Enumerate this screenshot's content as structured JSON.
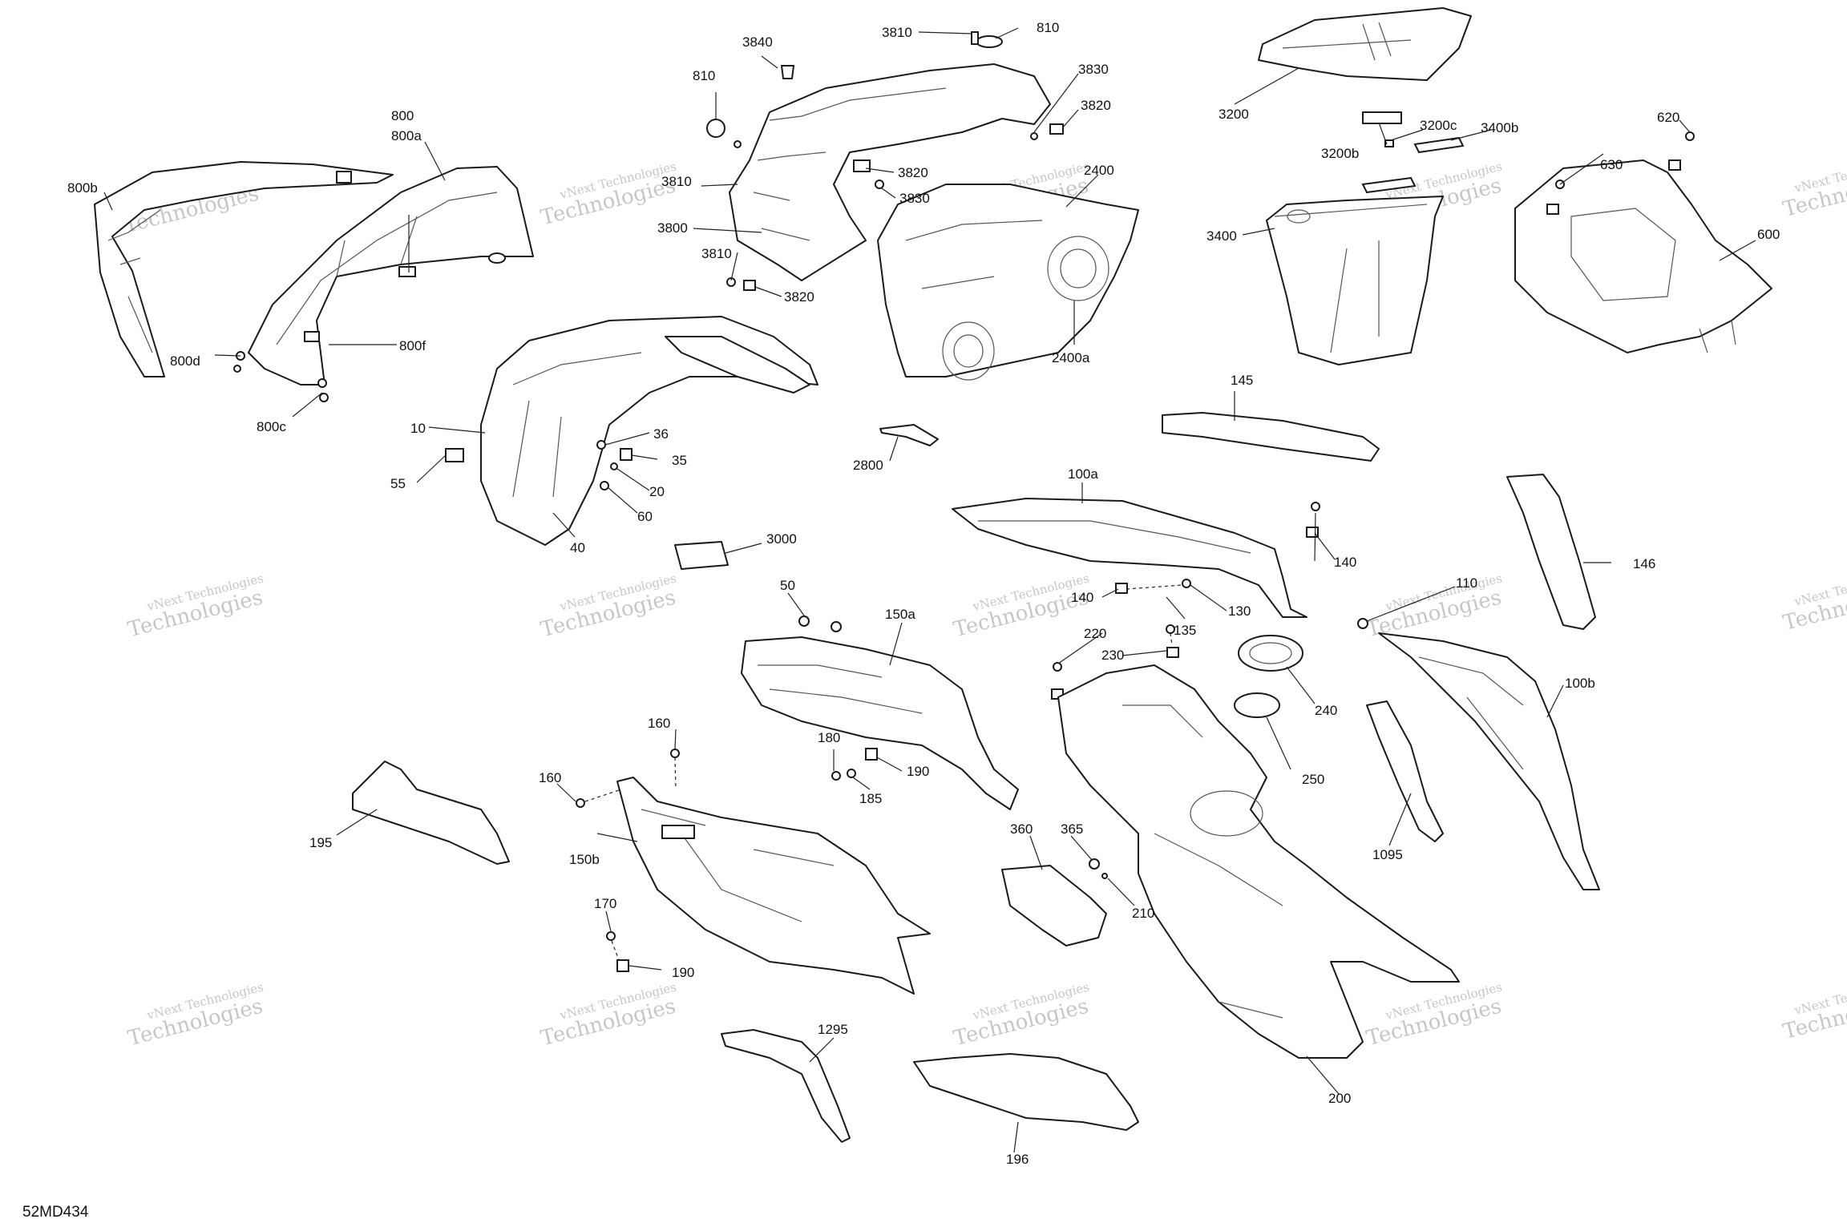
{
  "diagram_code": "52MD434",
  "watermark": {
    "line1": "vNext Technologies",
    "line2": "Technologies"
  },
  "labels": {
    "l800": "800",
    "l800a": "800a",
    "l800b": "800b",
    "l800d": "800d",
    "l800f": "800f",
    "l800c": "800c",
    "l810a": "810",
    "l810b": "810",
    "l3840": "3840",
    "l3810a": "3810",
    "l3810b": "3810",
    "l3810c": "3810",
    "l3800": "3800",
    "l3820a": "3820",
    "l3820b": "3820",
    "l3820c": "3820",
    "l3830a": "3830",
    "l3830b": "3830",
    "l2400": "2400",
    "l2400a": "2400a",
    "l3200": "3200",
    "l3200b": "3200b",
    "l3200c": "3200c",
    "l3400b": "3400b",
    "l3400": "3400",
    "l620": "620",
    "l630": "630",
    "l600": "600",
    "l10": "10",
    "l55": "55",
    "l36": "36",
    "l35": "35",
    "l20": "20",
    "l60": "60",
    "l40": "40",
    "l2800": "2800",
    "l145": "145",
    "l3000": "3000",
    "l100a": "100a",
    "l140a": "140",
    "l140b": "140",
    "l130": "130",
    "l135": "135",
    "l146": "146",
    "l110": "110",
    "l50": "50",
    "l150a": "150a",
    "l220": "220",
    "l230": "230",
    "l240": "240",
    "l250": "250",
    "l100b": "100b",
    "l160a": "160",
    "l160b": "160",
    "l180": "180",
    "l190a": "190",
    "l185": "185",
    "l195": "195",
    "l150b": "150b",
    "l360": "360",
    "l365": "365",
    "l210": "210",
    "l1095": "1095",
    "l170": "170",
    "l190b": "190",
    "l1295": "1295",
    "l196": "196",
    "l200": "200"
  }
}
